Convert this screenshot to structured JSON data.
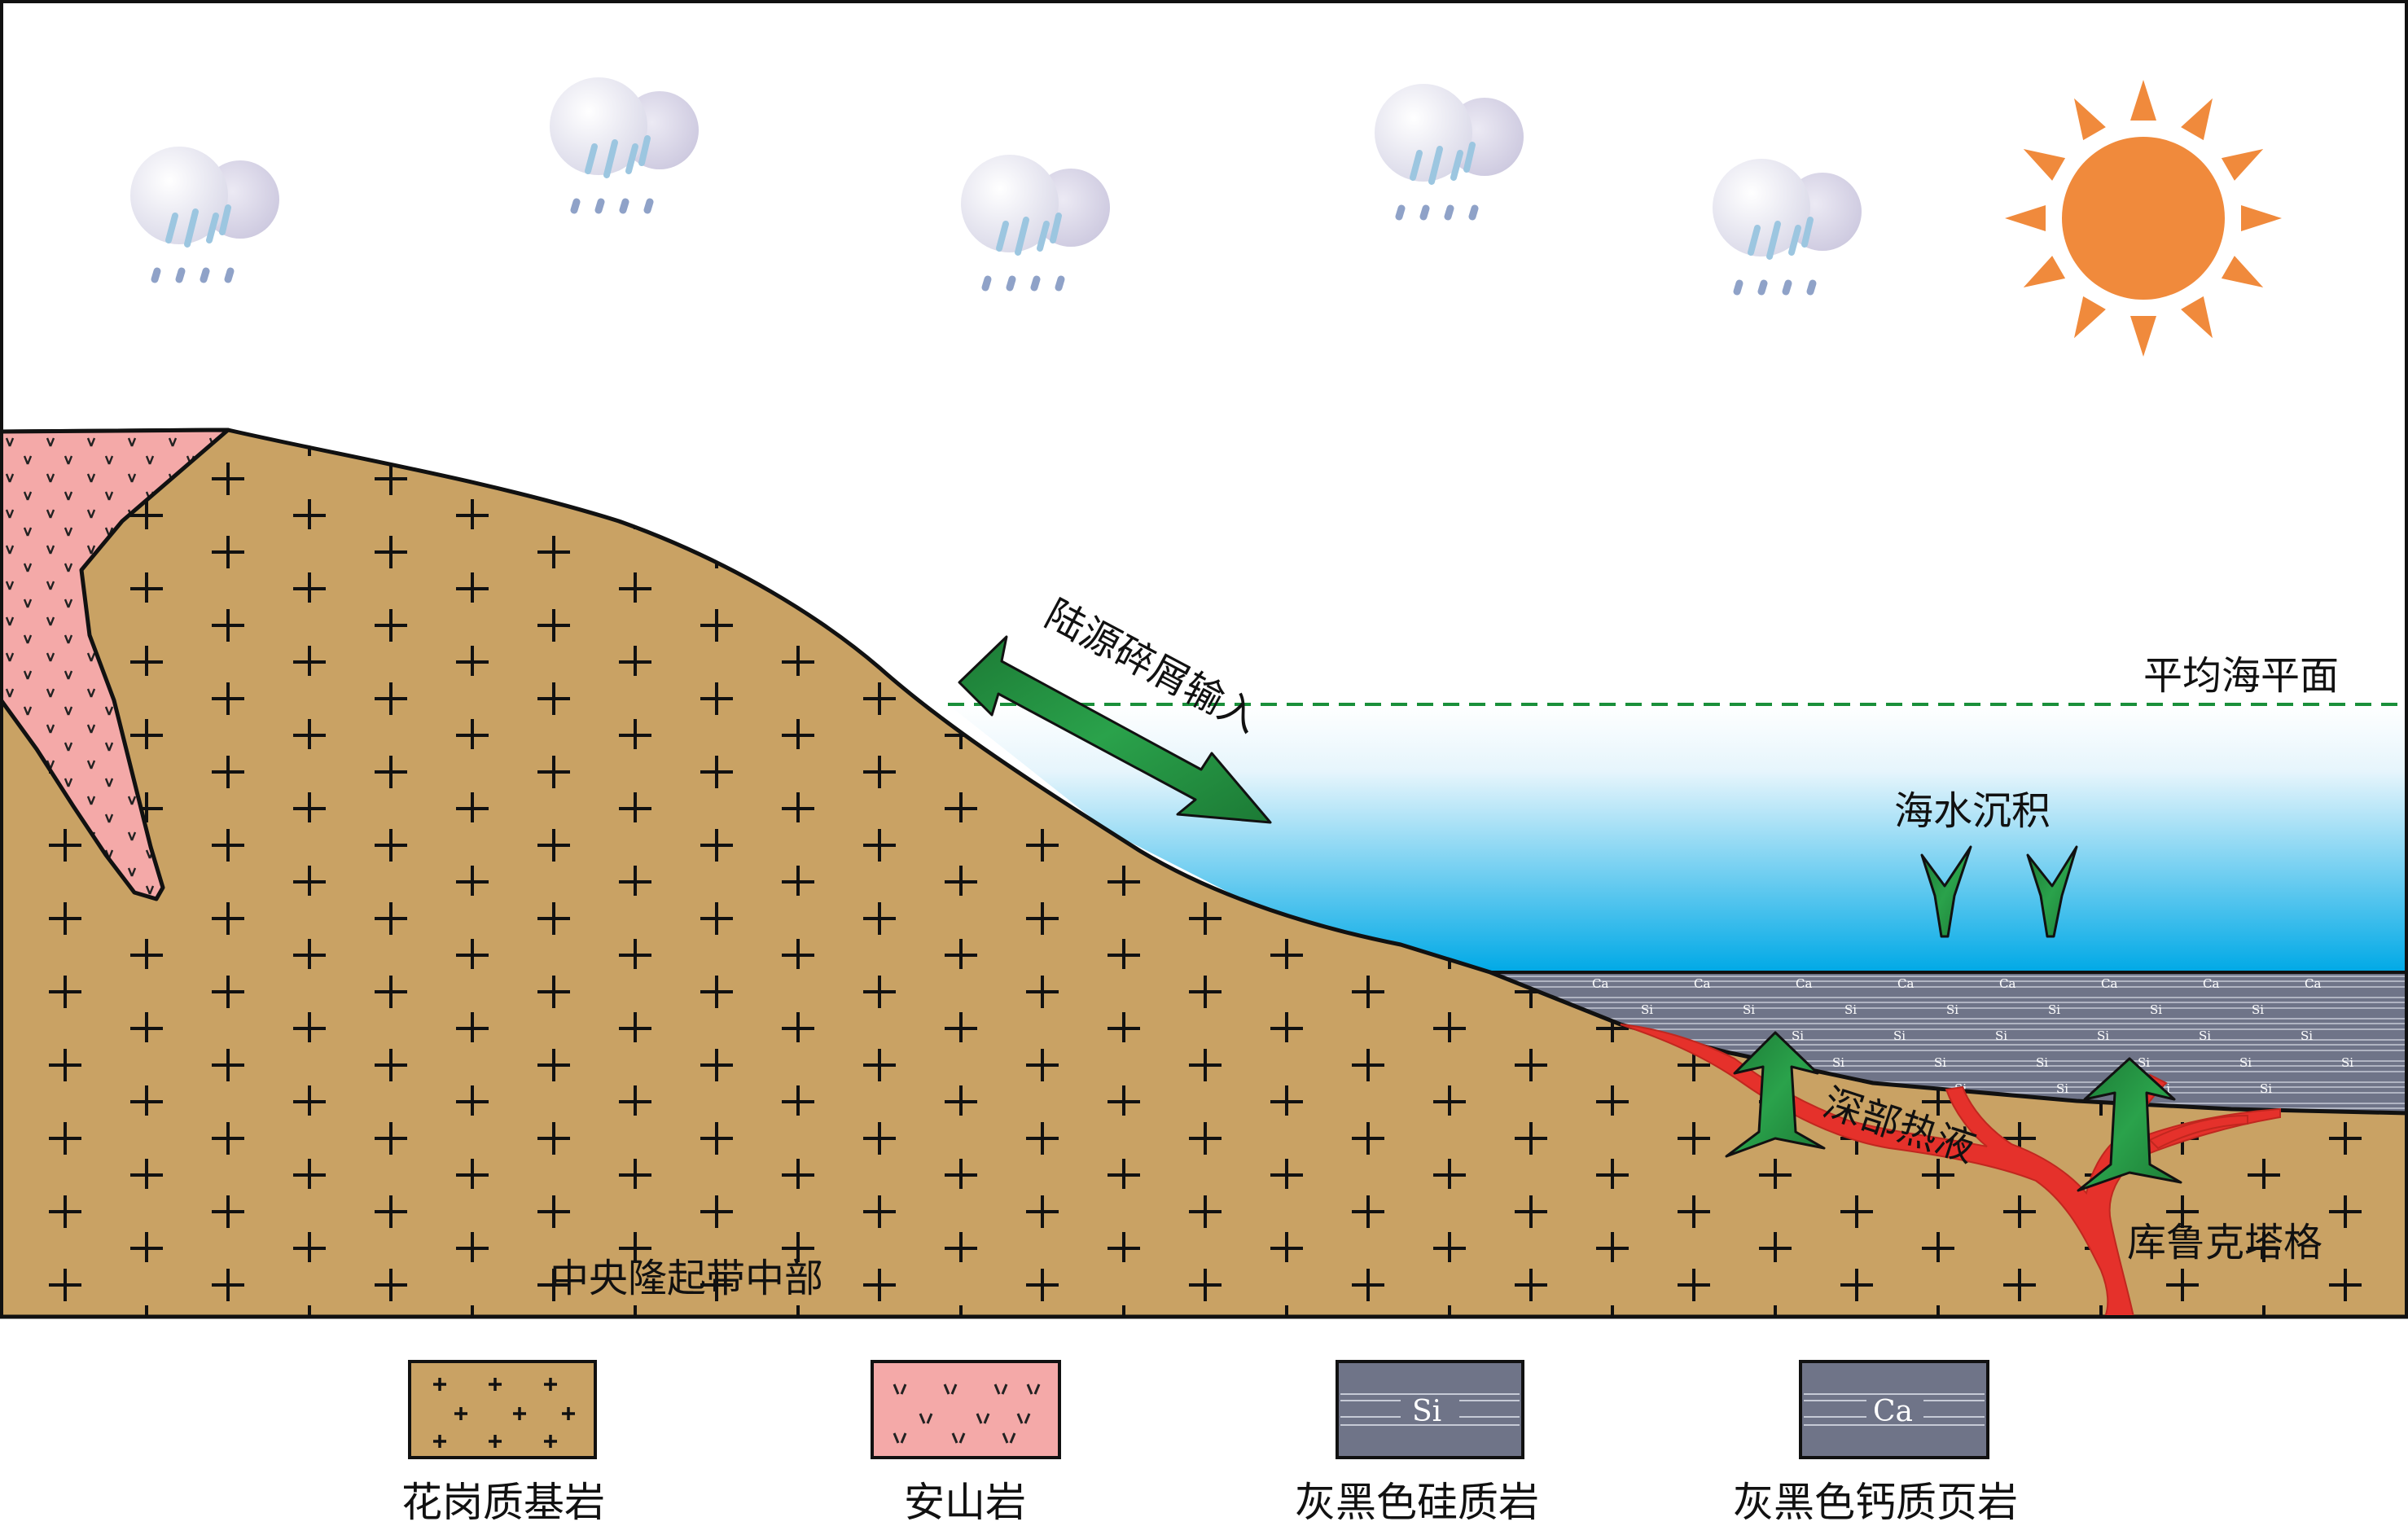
{
  "labels": {
    "terrigenous_input": "陆源碎屑输入",
    "mean_sea_level": "平均海平面",
    "seawater_deposition": "海水沉积",
    "deep_hydrothermal": "深部热液",
    "central_uplift": "中央隆起带中部",
    "kuruktag": "库鲁克塔格"
  },
  "legend": [
    {
      "id": "granite",
      "label": "花岗质基岩"
    },
    {
      "id": "andesite",
      "label": "安山岩"
    },
    {
      "id": "siliceous",
      "label": "灰黑色硅质岩",
      "mark": "Si"
    },
    {
      "id": "calcareous",
      "label": "灰黑色钙质页岩",
      "mark": "Ca"
    }
  ],
  "colors": {
    "granite": "#c9a264",
    "andesite": "#f4a9a8",
    "shale": "#6f7488",
    "sea_top": "#ffffff",
    "sea_bottom": "#00a9e6",
    "sea_level_line": "#1a8f3a",
    "arrow_green": "#1f8a3c",
    "hydrothermal": "#e5312b",
    "sun": "#f08a3c",
    "cloud": "#dcdbe9",
    "rain": "#9cc6e0"
  },
  "icons": [
    "rain-cloud-icon",
    "sun-icon"
  ]
}
